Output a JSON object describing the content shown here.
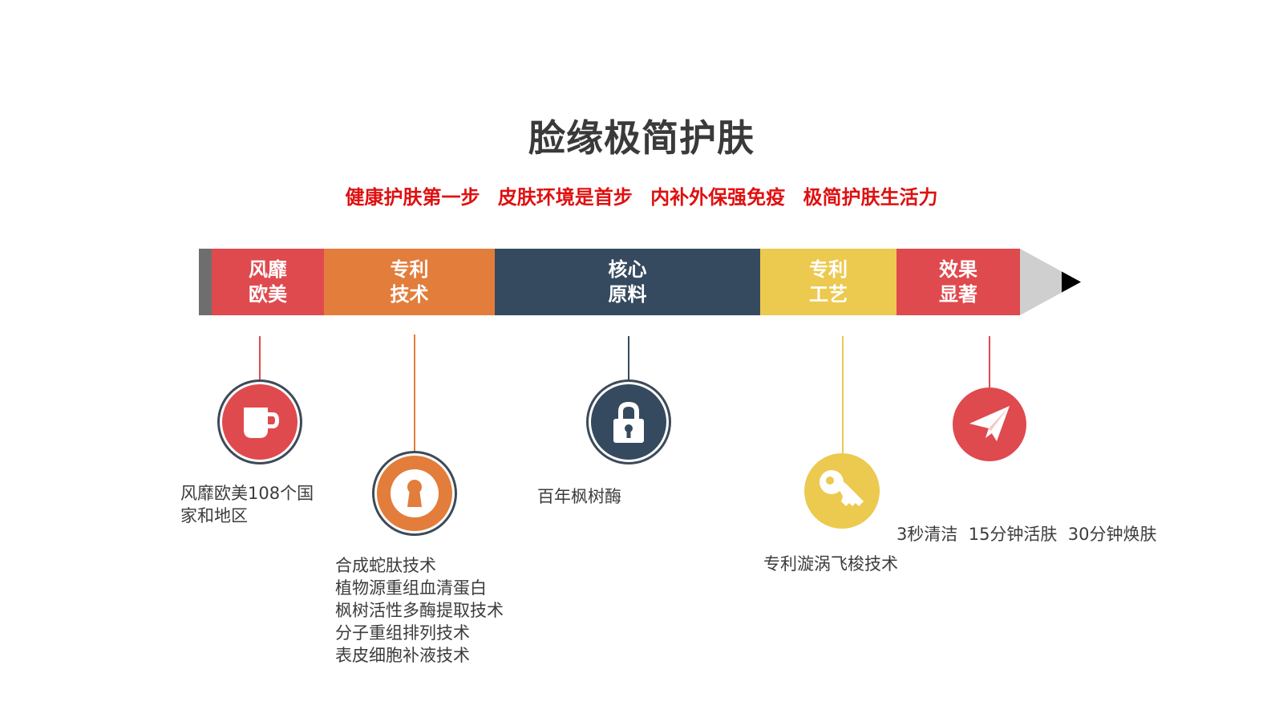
{
  "title": "脸缘极简护肤",
  "slogans": [
    "健康护肤第一步",
    "皮肤环境是首步",
    "内补外保强免疫",
    "极简护肤生活力"
  ],
  "colors": {
    "red": "#df4a4e",
    "orange": "#e37d3b",
    "navy": "#354a5f",
    "yellow": "#ecc94f",
    "tip_gray": "#cfcfcf",
    "eraser_gray": "#6e6e6e"
  },
  "segments": [
    {
      "lines": [
        "风靡",
        "欧美"
      ],
      "color": "#df4a4e"
    },
    {
      "lines": [
        "专利",
        "技术"
      ],
      "color": "#e37d3b"
    },
    {
      "lines": [
        "核心",
        "原料"
      ],
      "color": "#354a5f"
    },
    {
      "lines": [
        "专利",
        "工艺"
      ],
      "color": "#ecc94f"
    },
    {
      "lines": [
        "效果",
        "显著"
      ],
      "color": "#df4a4e"
    }
  ],
  "items": [
    {
      "icon": "cup-icon",
      "desc": [
        "风靡欧美108个国",
        "家和地区"
      ]
    },
    {
      "icon": "keyhole-icon",
      "desc": [
        "合成蛇肽技术",
        "植物源重组血清蛋白",
        "枫树活性多酶提取技术",
        "分子重组排列技术",
        "表皮细胞补液技术"
      ]
    },
    {
      "icon": "lock-icon",
      "desc": [
        "百年枫树酶"
      ]
    },
    {
      "icon": "key-icon",
      "desc": [
        "专利漩涡飞梭技术"
      ]
    },
    {
      "icon": "paper-plane-icon",
      "desc": [
        "3秒清洁  15分钟活肤  30分钟焕肤"
      ]
    }
  ]
}
